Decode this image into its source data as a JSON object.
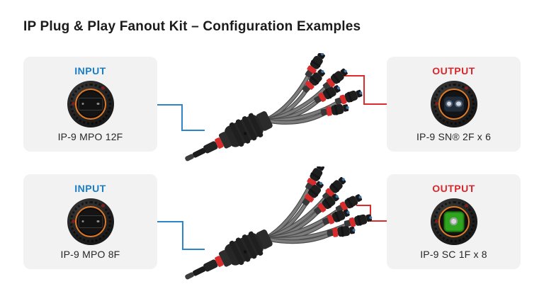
{
  "title": "IP Plug & Play Fanout Kit – Configuration Examples",
  "colors": {
    "input_accent": "#1a7dc4",
    "output_accent": "#d7272d",
    "input_line": "#2e86c8",
    "output_line": "#e02b2b",
    "card_background": "#f2f2f2",
    "connector_ring_orange": "#df7b28",
    "cable_red_band": "#d92b2b"
  },
  "icons": {
    "input_connector": "mpo-round-connector-icon",
    "output_connector_row1": "sn-duplex-connector-icon",
    "output_connector_row2": "sc-simplex-connector-icon",
    "cable": "fanout-cable-illustration"
  },
  "rows": [
    {
      "input": {
        "heading": "INPUT",
        "label": "IP-9 MPO 12F",
        "connector_type": "mpo"
      },
      "fanout": {
        "legs": 6
      },
      "output": {
        "heading": "OUTPUT",
        "label": "IP-9 SN® 2F x 6",
        "connector_type": "sn"
      }
    },
    {
      "input": {
        "heading": "INPUT",
        "label": "IP-9 MPO 8F",
        "connector_type": "mpo"
      },
      "fanout": {
        "legs": 8
      },
      "output": {
        "heading": "OUTPUT",
        "label": "IP-9 SC 1F x 8",
        "connector_type": "sc"
      }
    }
  ]
}
